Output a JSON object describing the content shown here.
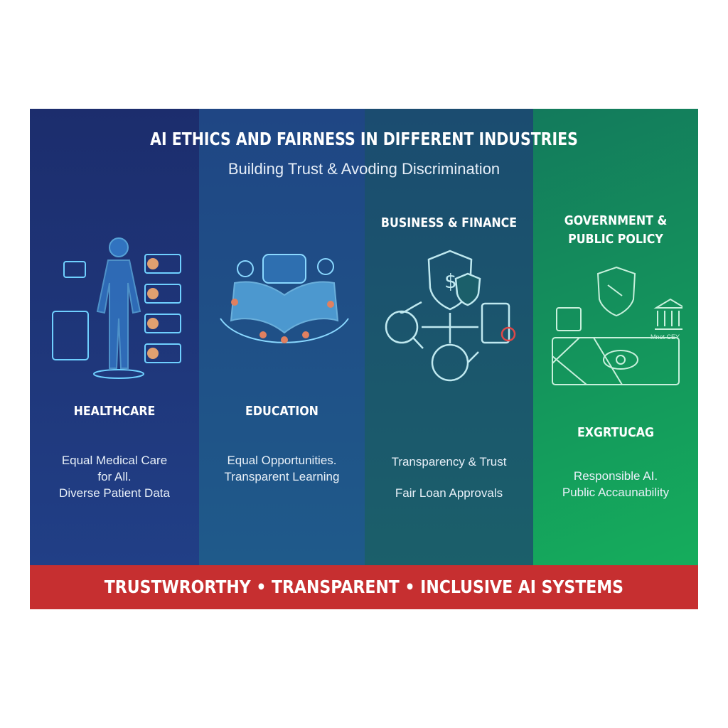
{
  "title": "AI ETHICS AND FAIRNESS IN DIFFERENT INDUSTRIES",
  "subtitle": "Building Trust & Avoding Discrimination",
  "columns": [
    {
      "heading": "HEALTHCARE",
      "lines": [
        "Equal Medical Care",
        "for All.",
        "Diverse Patient Data"
      ]
    },
    {
      "heading": "EDUCATION",
      "lines": [
        "Equal Opportunities.",
        "Transparent Learning"
      ]
    },
    {
      "heading": "BUSINESS & FINANCE",
      "lines": [
        "Transparency & Trust",
        "Fair Loan Approvals"
      ]
    },
    {
      "heading_top": "GOVERNMENT &",
      "heading_bottom": "PUBLIC POLICY",
      "label": "EXGRTUCAG",
      "icon_caption": "Mnet CEY",
      "lines": [
        "Responsible AI.",
        "Public Accaunability"
      ]
    }
  ],
  "footer": "TRUSTWRORTHY • TRANSPARENT • INCLUSIVE AI SYSTEMS",
  "colors": {
    "footer": "#c62f30",
    "accent": "#5fc8ff"
  }
}
